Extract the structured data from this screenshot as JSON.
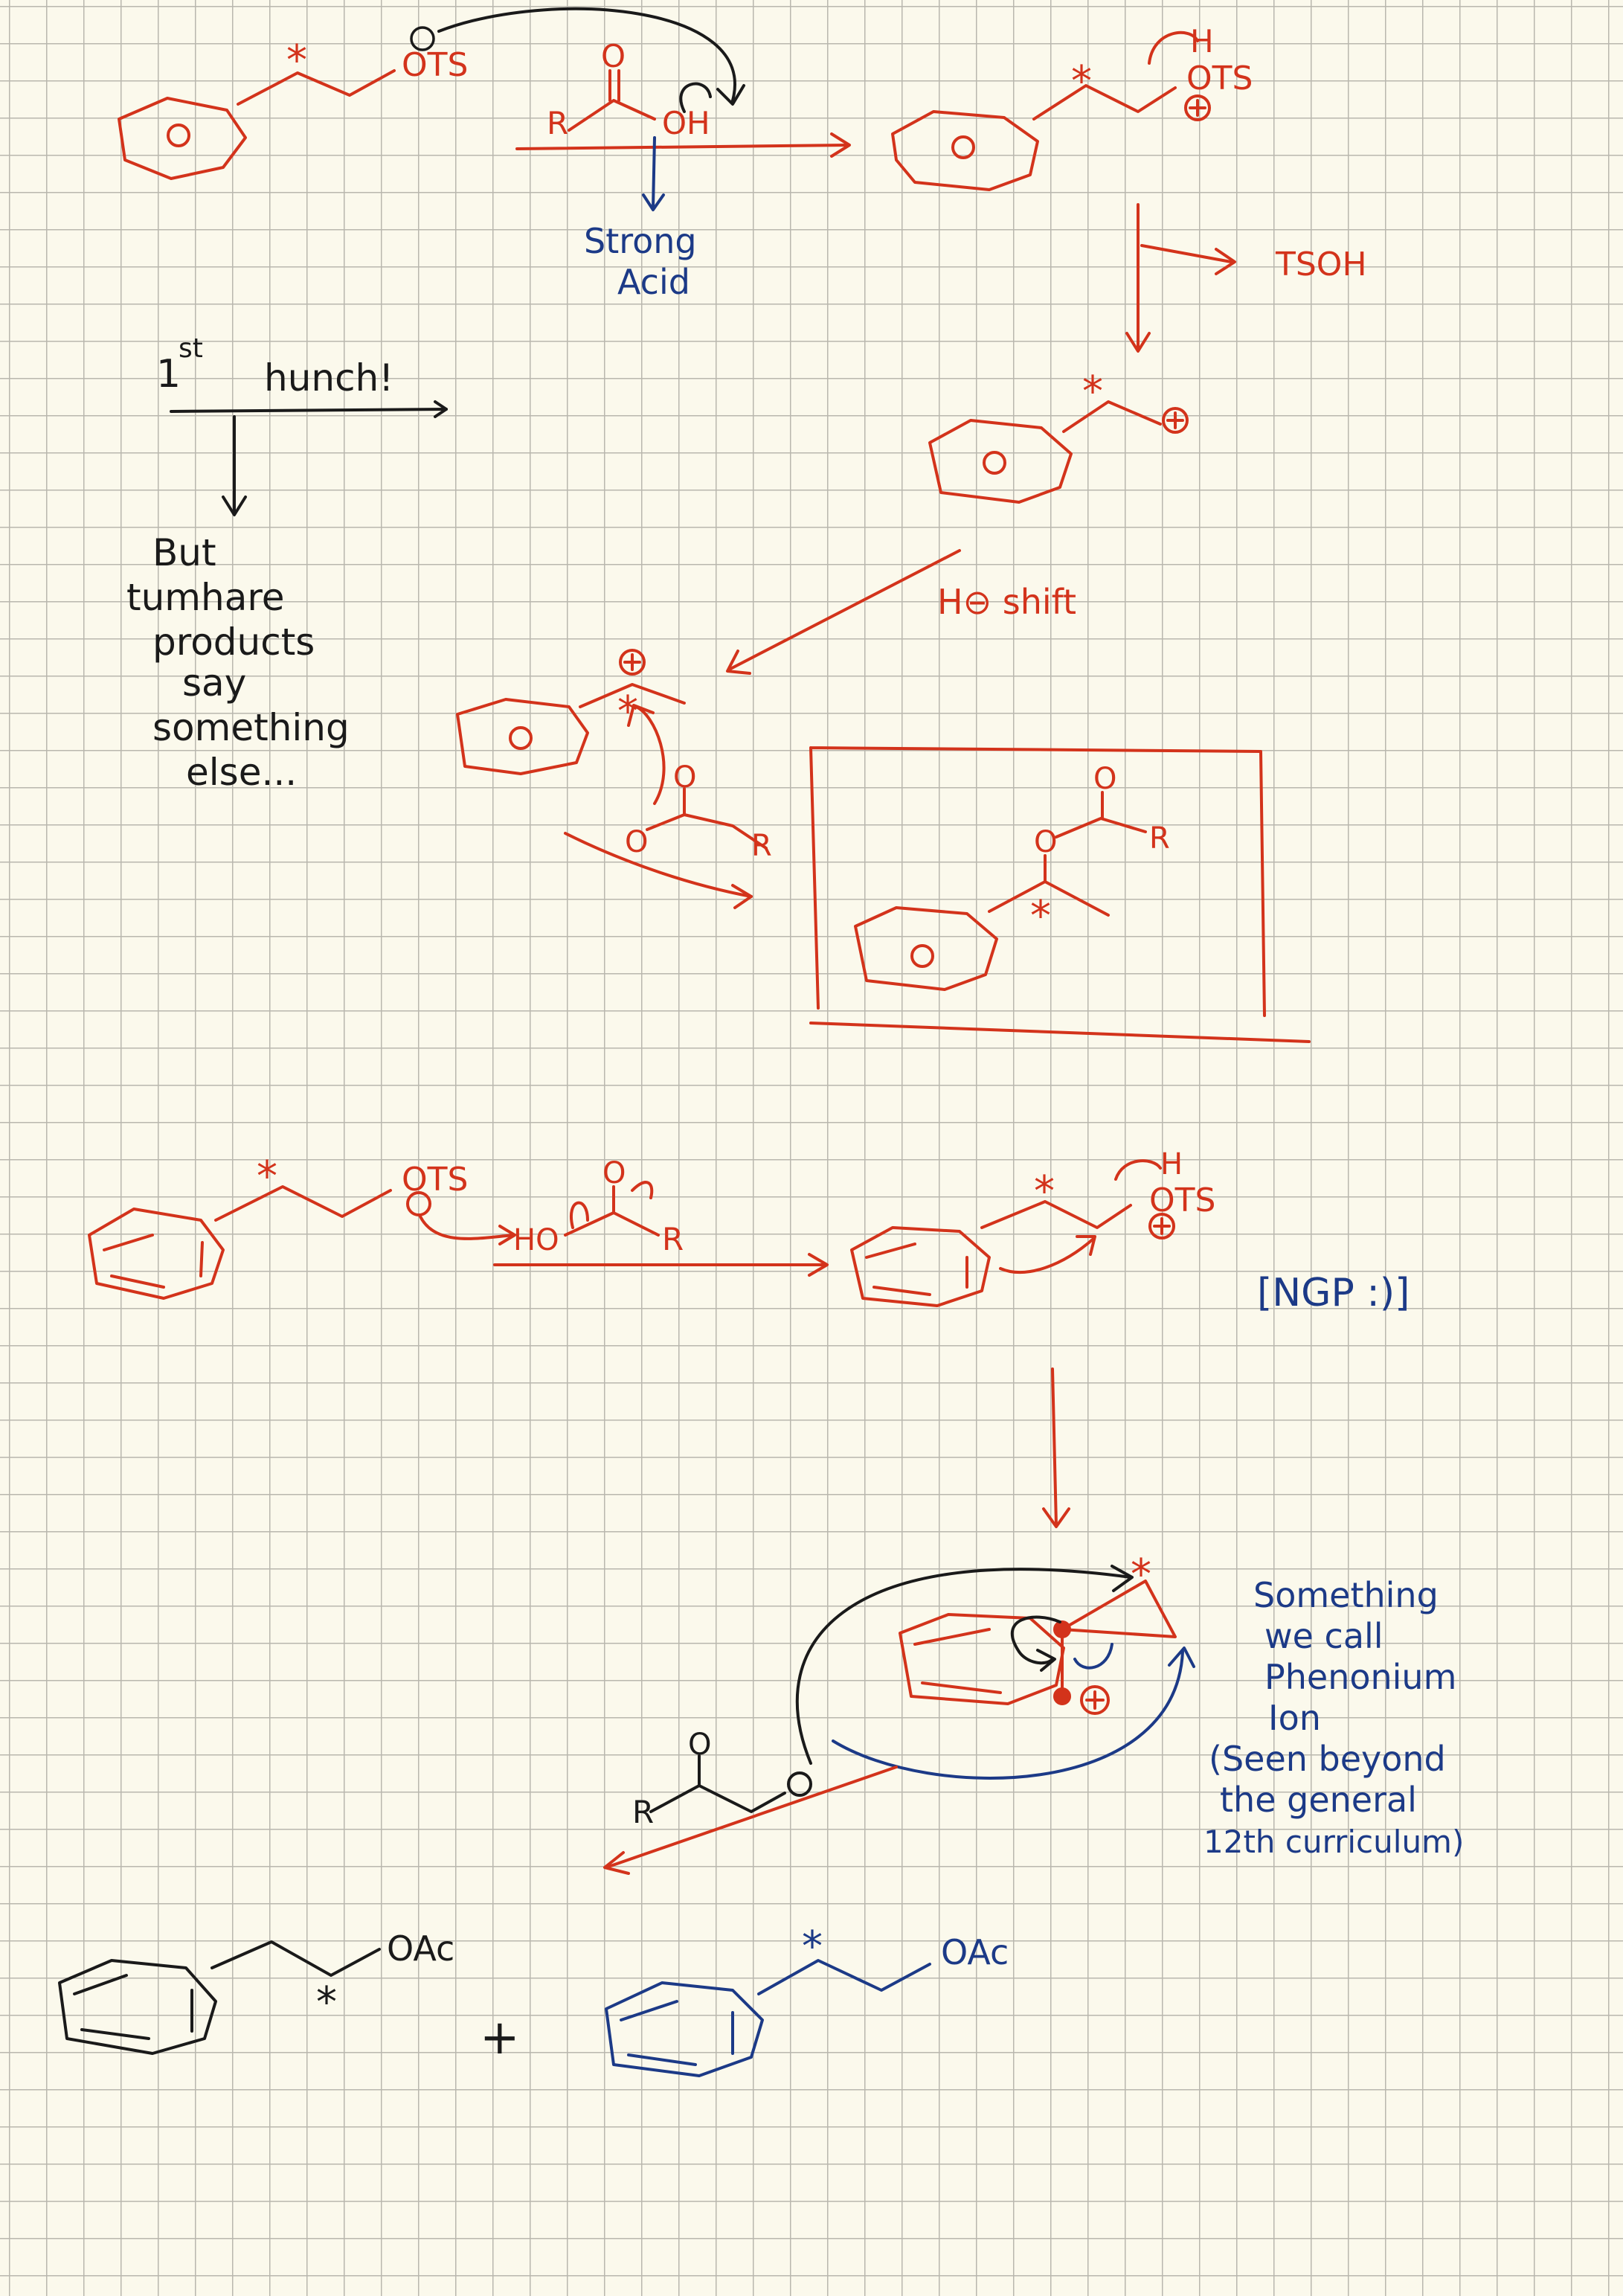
{
  "colors": {
    "paper": "#fbf9ec",
    "grid": "#b9b7ae",
    "red": "#d3331b",
    "blue": "#1c3a87",
    "black": "#1a1a1a"
  },
  "scheme1": {
    "tosylate_label": "OTS",
    "acid_r": "R",
    "acid_o": "O",
    "acid_oh": "OH",
    "reagent_note": [
      "Strong",
      "Acid"
    ],
    "protonated_h": "H",
    "protonated_ots": "OTS",
    "leaving_group": "TSOH",
    "shift_label": "H⊖ shift",
    "acetate_o1": "O",
    "acetate_o2": "O",
    "acetate_r": "R",
    "product_o1": "O",
    "product_o2": "O",
    "product_r": "R",
    "ring_o": "O"
  },
  "hunch_note": {
    "line1_num": "1",
    "line1_sup": "st",
    "line1_word": "hunch!",
    "lines": [
      "But",
      "tumhare",
      "products",
      "say",
      "something",
      "else..."
    ]
  },
  "scheme2": {
    "tosylate_label": "OTS",
    "acid_ho": "HO",
    "acid_o": "O",
    "acid_r": "R",
    "protonated_h": "H",
    "protonated_ots": "OTS",
    "ngp_label": "[NGP :)]",
    "nucleophile_r": "R",
    "nucleophile_o": "O",
    "phenonium_note": [
      "Something",
      "we call",
      "Phenonium",
      "Ion",
      "(Seen beyond",
      "the general",
      "12th curriculum)"
    ],
    "product1_label": "OAc",
    "plus": "+",
    "product2_label": "OAc"
  },
  "star": "*"
}
